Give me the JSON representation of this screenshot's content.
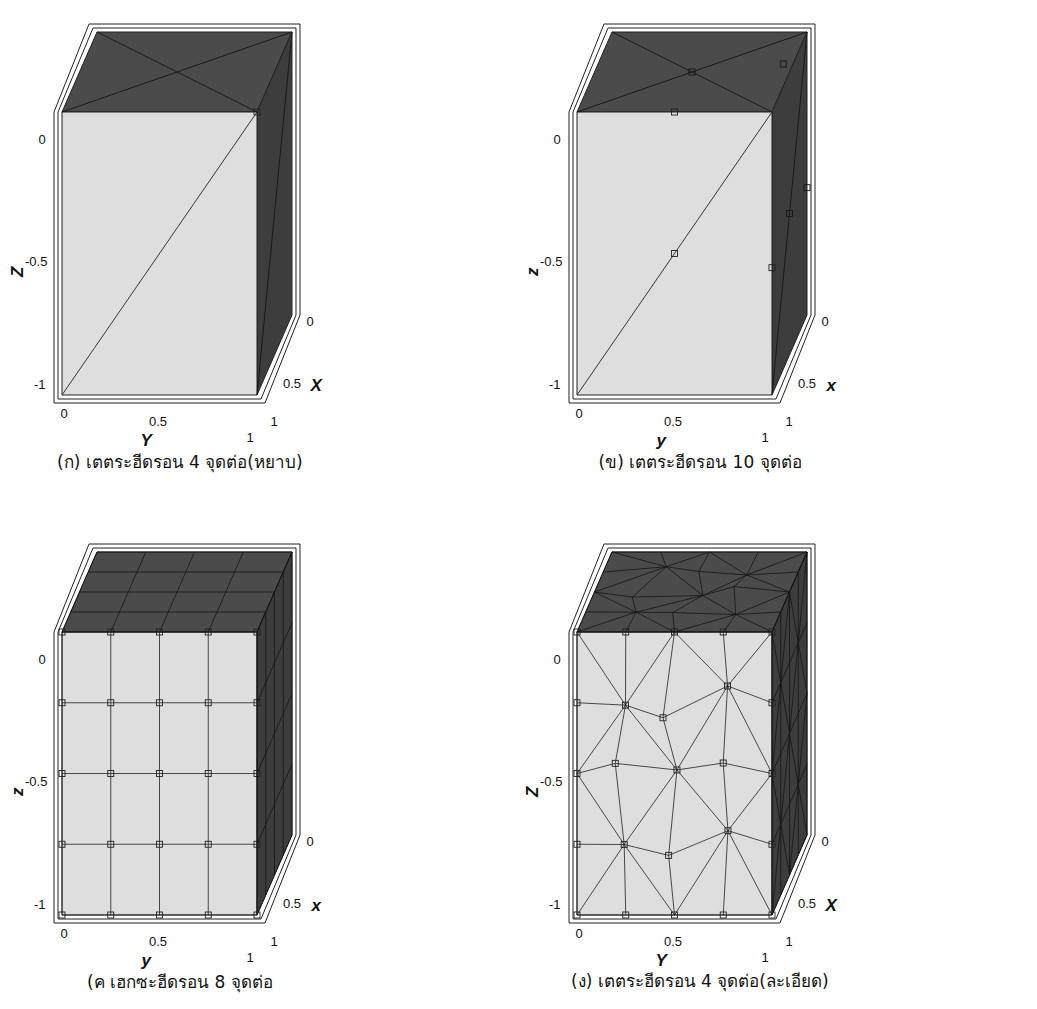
{
  "diagram": {
    "labels": [
      "0",
      "-0.5",
      "-1",
      "Z",
      "0",
      "0.5",
      "1",
      "Y",
      "0",
      "0.5",
      "1",
      "X",
      "(ก) เตตระฮีดรอน 4 จุดต่อ(หยาบ)",
      "0",
      "-0.5",
      "-1",
      "z",
      "0",
      "0.5",
      "1",
      "y",
      "0",
      "0.5",
      "1",
      "x",
      "(ข) เตตระฮีดรอน 10 จุดต่อ",
      "0",
      "-0.5",
      "-1",
      "z",
      "0",
      "0.5",
      "1",
      "y",
      "0",
      "0.5",
      "1",
      "x",
      "(ค เฮกซะฮีดรอน 8 จุดต่อ",
      "0",
      "-0.5",
      "-1",
      "Z",
      "0",
      "0.5",
      "1",
      "Y",
      "0",
      "0.5",
      "1",
      "X",
      "(ง) เตตระฮีดรอน 4 จุดต่อ(ละเอียด)"
    ]
  }
}
